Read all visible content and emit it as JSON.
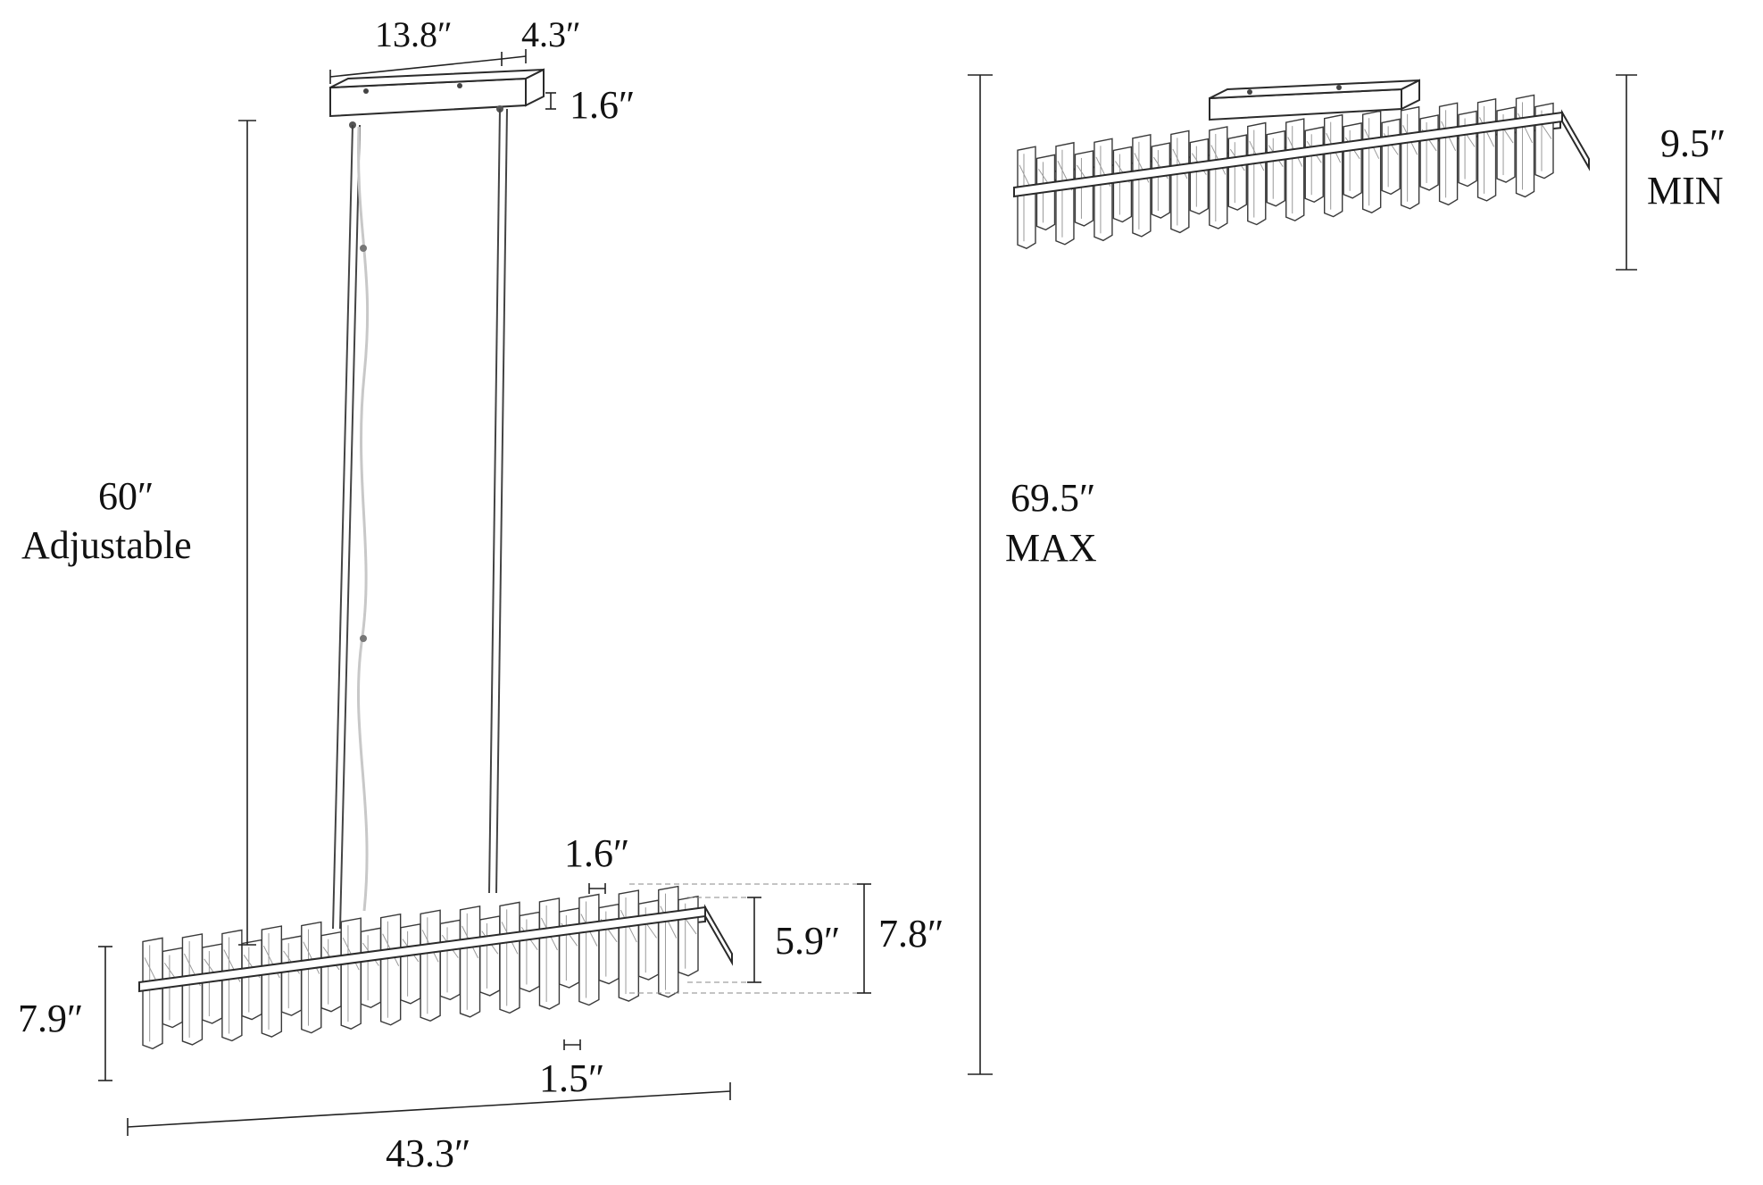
{
  "labels": {
    "canopy_length": "13.8″",
    "canopy_width": "4.3″",
    "canopy_height": "1.6″",
    "adjustable_value": "60″",
    "adjustable_text": "Adjustable",
    "max_value": "69.5″",
    "max_text": "MAX",
    "min_value": "9.5″",
    "min_text": "MIN",
    "crystal_width_top": "1.6″",
    "crystal_width_bottom": "1.5″",
    "inner_height": "5.9″",
    "outer_height": "7.8″",
    "fixture_height": "7.9″",
    "fixture_length": "43.3″"
  },
  "colors": {
    "line": "#222222",
    "background": "#ffffff"
  }
}
